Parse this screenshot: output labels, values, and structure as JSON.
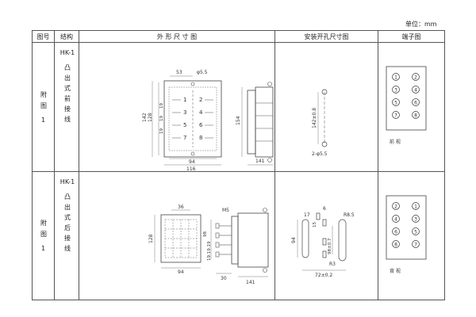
{
  "unit_label": "单位：mm",
  "headers": {
    "fig_no": "图号",
    "structure": "结构",
    "outline": "外 形 尺 寸 图",
    "mount": "安装开孔尺寸图",
    "terminal": "端子图"
  },
  "rows": [
    {
      "fig_label": "附图",
      "fig_num": "1",
      "model": "HK-1",
      "wiring": "凸出式前接线",
      "terminal_caption": "前 视",
      "front_dims": {
        "width_top": "53",
        "hole": "φ5.5",
        "h_outer": "142",
        "h_inner": "128",
        "rows": [
          "19",
          "19",
          "19"
        ],
        "w_inner": "94",
        "w_outer": "116"
      },
      "front_terminals": [
        "1",
        "2",
        "3",
        "4",
        "5",
        "6",
        "7",
        "8"
      ],
      "side_dims": {
        "height": "154",
        "depth": "141"
      },
      "mount_dims": {
        "pitch": "142±0.8",
        "holes": "2-φ5.5"
      },
      "terminals": [
        "1",
        "2",
        "3",
        "4",
        "5",
        "6",
        "7",
        "8"
      ]
    },
    {
      "fig_label": "附图",
      "fig_num": "1",
      "model": "HK-1",
      "wiring": "凸出式后接线",
      "terminal_caption": "背 视",
      "front_dims": {
        "top": "36",
        "height": "128",
        "width": "94"
      },
      "side_dims": {
        "screw": "M5",
        "pitch1": "98",
        "pitch2": "19.19.19",
        "base": "30",
        "depth": "141"
      },
      "mount_dims": {
        "w1": "17",
        "w2": "6",
        "r": "R8.5",
        "h1": "15",
        "h2": "94",
        "v1": "98±0.7",
        "r2": "R3",
        "pitch": "72±0.2"
      },
      "terminals": [
        "2",
        "1",
        "4",
        "3",
        "6",
        "5",
        "8",
        "7"
      ]
    }
  ]
}
